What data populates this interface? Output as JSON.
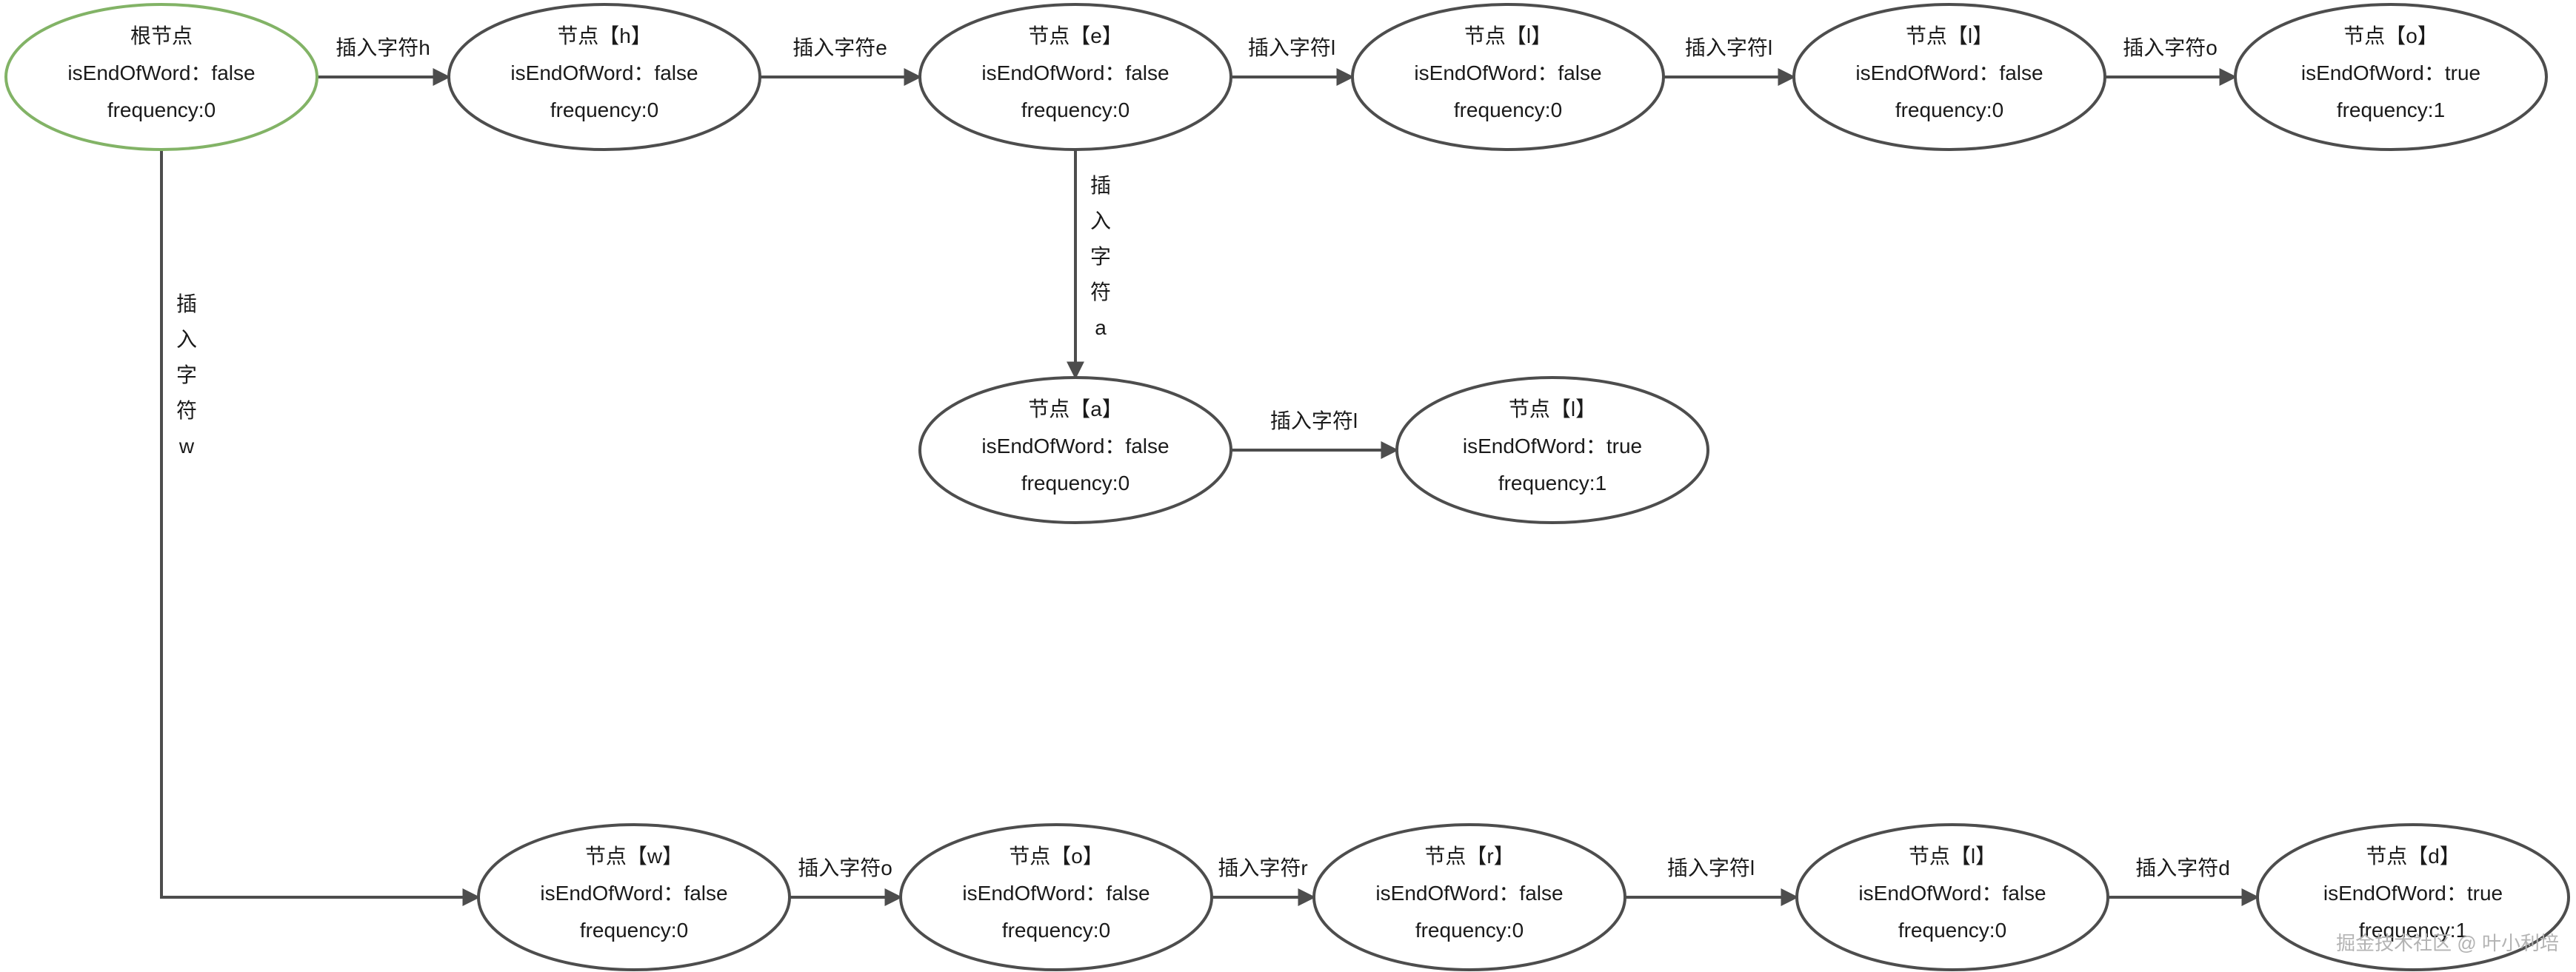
{
  "diagram": {
    "nodes": [
      {
        "id": "root",
        "title": "根节点",
        "end": "isEndOfWord：false",
        "freq": "frequency:0"
      },
      {
        "id": "h",
        "title": "节点【h】",
        "end": "isEndOfWord：false",
        "freq": "frequency:0"
      },
      {
        "id": "e",
        "title": "节点【e】",
        "end": "isEndOfWord：false",
        "freq": "frequency:0"
      },
      {
        "id": "l1",
        "title": "节点【l】",
        "end": "isEndOfWord：false",
        "freq": "frequency:0"
      },
      {
        "id": "l2",
        "title": "节点【l】",
        "end": "isEndOfWord：false",
        "freq": "frequency:0"
      },
      {
        "id": "o1",
        "title": "节点【o】",
        "end": "isEndOfWord：true",
        "freq": "frequency:1"
      },
      {
        "id": "a",
        "title": "节点【a】",
        "end": "isEndOfWord：false",
        "freq": "frequency:0"
      },
      {
        "id": "l3",
        "title": "节点【l】",
        "end": "isEndOfWord：true",
        "freq": "frequency:1"
      },
      {
        "id": "w",
        "title": "节点【w】",
        "end": "isEndOfWord：false",
        "freq": "frequency:0"
      },
      {
        "id": "o2",
        "title": "节点【o】",
        "end": "isEndOfWord：false",
        "freq": "frequency:0"
      },
      {
        "id": "r",
        "title": "节点【r】",
        "end": "isEndOfWord：false",
        "freq": "frequency:0"
      },
      {
        "id": "l4",
        "title": "节点【l】",
        "end": "isEndOfWord：false",
        "freq": "frequency:0"
      },
      {
        "id": "d",
        "title": "节点【d】",
        "end": "isEndOfWord：true",
        "freq": "frequency:1"
      }
    ],
    "edges": [
      {
        "from": "root",
        "to": "h",
        "label": "插入字符h"
      },
      {
        "from": "h",
        "to": "e",
        "label": "插入字符e"
      },
      {
        "from": "e",
        "to": "l1",
        "label": "插入字符l"
      },
      {
        "from": "l1",
        "to": "l2",
        "label": "插入字符l"
      },
      {
        "from": "l2",
        "to": "o1",
        "label": "插入字符o"
      },
      {
        "from": "e",
        "to": "a",
        "label": "插入字符a"
      },
      {
        "from": "a",
        "to": "l3",
        "label": "插入字符l"
      },
      {
        "from": "root",
        "to": "w",
        "label": "插入字符w"
      },
      {
        "from": "w",
        "to": "o2",
        "label": "插入字符o"
      },
      {
        "from": "o2",
        "to": "r",
        "label": "插入字符r"
      },
      {
        "from": "r",
        "to": "l4",
        "label": "插入字符l"
      },
      {
        "from": "l4",
        "to": "d",
        "label": "插入字符d"
      }
    ]
  },
  "watermark": "掘金技术社区 @ 叶小利培",
  "colors": {
    "root_stroke": "#82b366",
    "node_stroke": "#4d4d4d",
    "edge": "#4d4d4d"
  }
}
